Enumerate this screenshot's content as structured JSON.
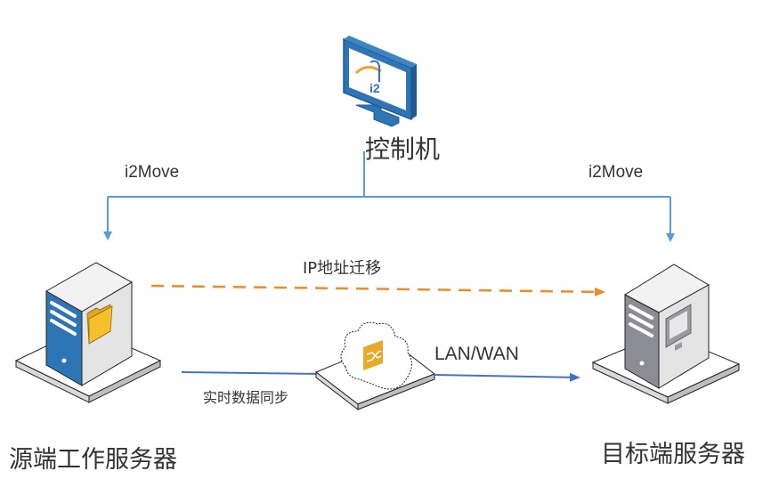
{
  "diagram": {
    "nodes": {
      "controller": {
        "label": "控制机",
        "icon": "monitor-i2-logo-icon"
      },
      "source": {
        "label": "源端工作服务器",
        "icon": "server-folder-icon"
      },
      "target": {
        "label": "目标端服务器",
        "icon": "server-monitor-icon"
      },
      "network": {
        "icon": "cloud-switch-icon"
      }
    },
    "edges": {
      "controller_to_source": {
        "label": "i2Move",
        "style": "solid"
      },
      "controller_to_target": {
        "label": "i2Move",
        "style": "solid"
      },
      "ip_migration": {
        "label": "IP地址迁移",
        "style": "dashed"
      },
      "data_sync": {
        "label": "实时数据同步",
        "style": "solid"
      },
      "lan_wan": {
        "label": "LAN/WAN",
        "style": "solid"
      }
    },
    "colors": {
      "control_line": "#5b9bd5",
      "sync_line": "#4472c4",
      "ip_line": "#ed8b24",
      "source_server_front": "#2e75b6",
      "target_server_front": "#8c8c94",
      "folder": "#f5c02a",
      "switch_tile": "#e6a92a"
    }
  }
}
